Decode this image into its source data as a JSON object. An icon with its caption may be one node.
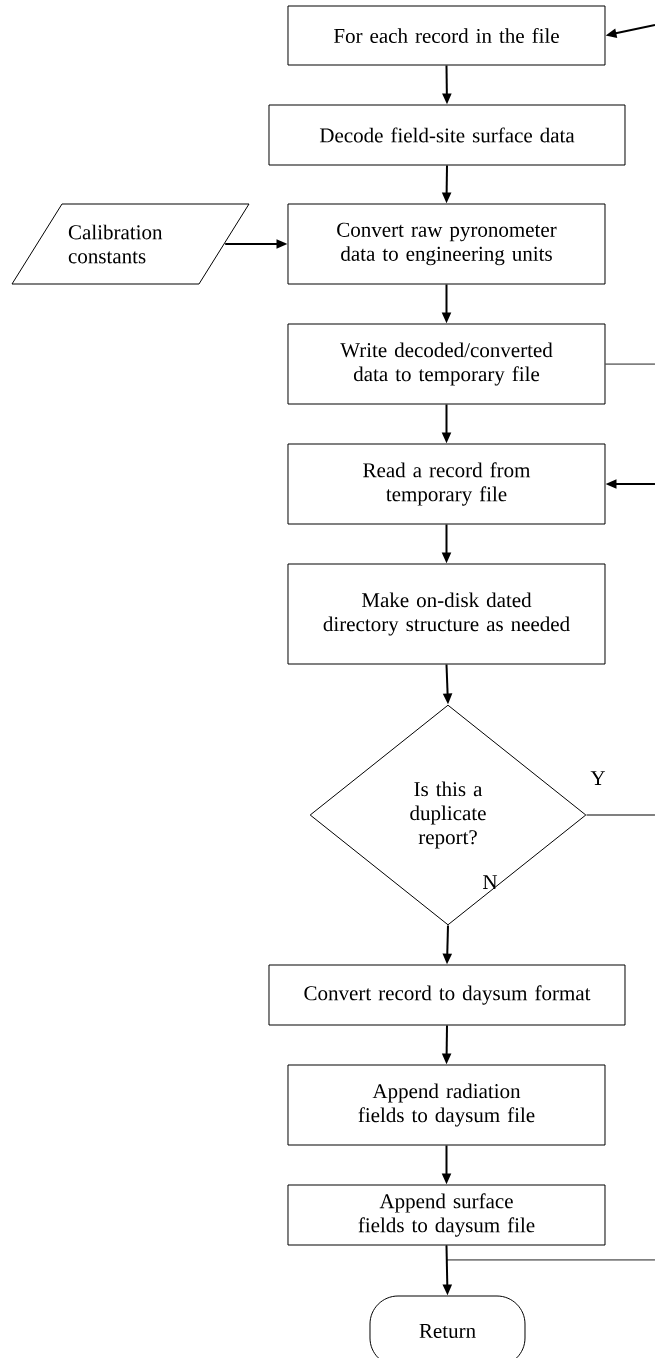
{
  "diagram": {
    "nodes": [
      {
        "text": [
          "For each record in the file"
        ]
      },
      {
        "text": [
          "Decode field-site surface data"
        ]
      },
      {
        "text": [
          "Calibration constants"
        ]
      },
      {
        "text": [
          "Convert raw pyronometer data to engineering units"
        ]
      },
      {
        "text": [
          "Write decoded/converted data to temporary file"
        ]
      },
      {
        "text": [
          "Read a record from temporary file"
        ]
      },
      {
        "text": [
          "Make on-disk dated directory structure as needed"
        ]
      },
      {
        "text": [
          "Is this a duplicate report?"
        ]
      },
      {
        "text": [
          "Convert record to daysum format"
        ]
      },
      {
        "text": [
          "Append radiation fields to daysum file"
        ]
      },
      {
        "text": [
          "Append surface fields to daysum file"
        ]
      },
      {
        "text": [
          "Return"
        ]
      }
    ],
    "edges": [
      {
        "from": null,
        "to": 0,
        "arrow": "to"
      },
      {
        "from": 0,
        "to": 1,
        "arrow": "to"
      },
      {
        "from": 1,
        "to": 3,
        "arrow": "to"
      },
      {
        "from": 2,
        "to": 3,
        "arrow": "to"
      },
      {
        "from": 3,
        "to": 4,
        "arrow": "to"
      },
      {
        "from": 4,
        "to": null,
        "arrow": "none"
      },
      {
        "from": 4,
        "to": 5,
        "arrow": "to"
      },
      {
        "from": null,
        "to": 5,
        "arrow": "to"
      },
      {
        "from": 5,
        "to": 6,
        "arrow": "to"
      },
      {
        "from": 6,
        "to": 7,
        "arrow": "to"
      },
      {
        "from": 7,
        "to": null,
        "arrow": "none",
        "label": "Y"
      },
      {
        "from": 7,
        "to": 8,
        "arrow": "to",
        "label": "N"
      },
      {
        "from": 8,
        "to": 9,
        "arrow": "to"
      },
      {
        "from": 9,
        "to": 10,
        "arrow": "to"
      },
      {
        "from": 10,
        "to": 11,
        "arrow": "to"
      },
      {
        "from": 10,
        "to": null,
        "arrow": "none"
      }
    ]
  }
}
